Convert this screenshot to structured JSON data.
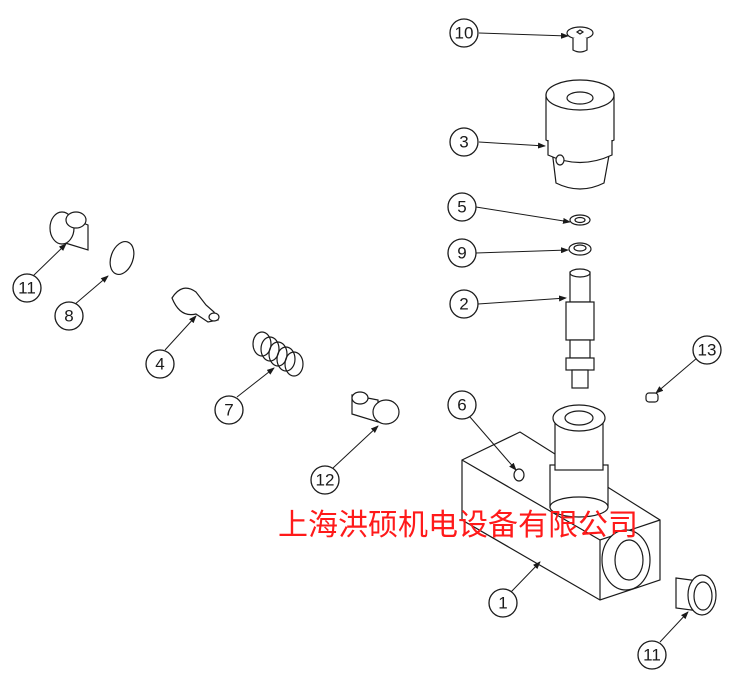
{
  "diagram": {
    "title": "Exploded parts view",
    "callouts": {
      "c10": "10",
      "c3": "3",
      "c5": "5",
      "c9": "9",
      "c2": "2",
      "c13": "13",
      "c6": "6",
      "c1": "1",
      "c11a": "11",
      "c11b": "11",
      "c8": "8",
      "c4": "4",
      "c7": "7",
      "c12": "12"
    }
  },
  "watermark": "上海洪硕机电设备有限公司",
  "colors": {
    "watermark": "#ff1a1a",
    "lines": "#1a1a1a"
  }
}
